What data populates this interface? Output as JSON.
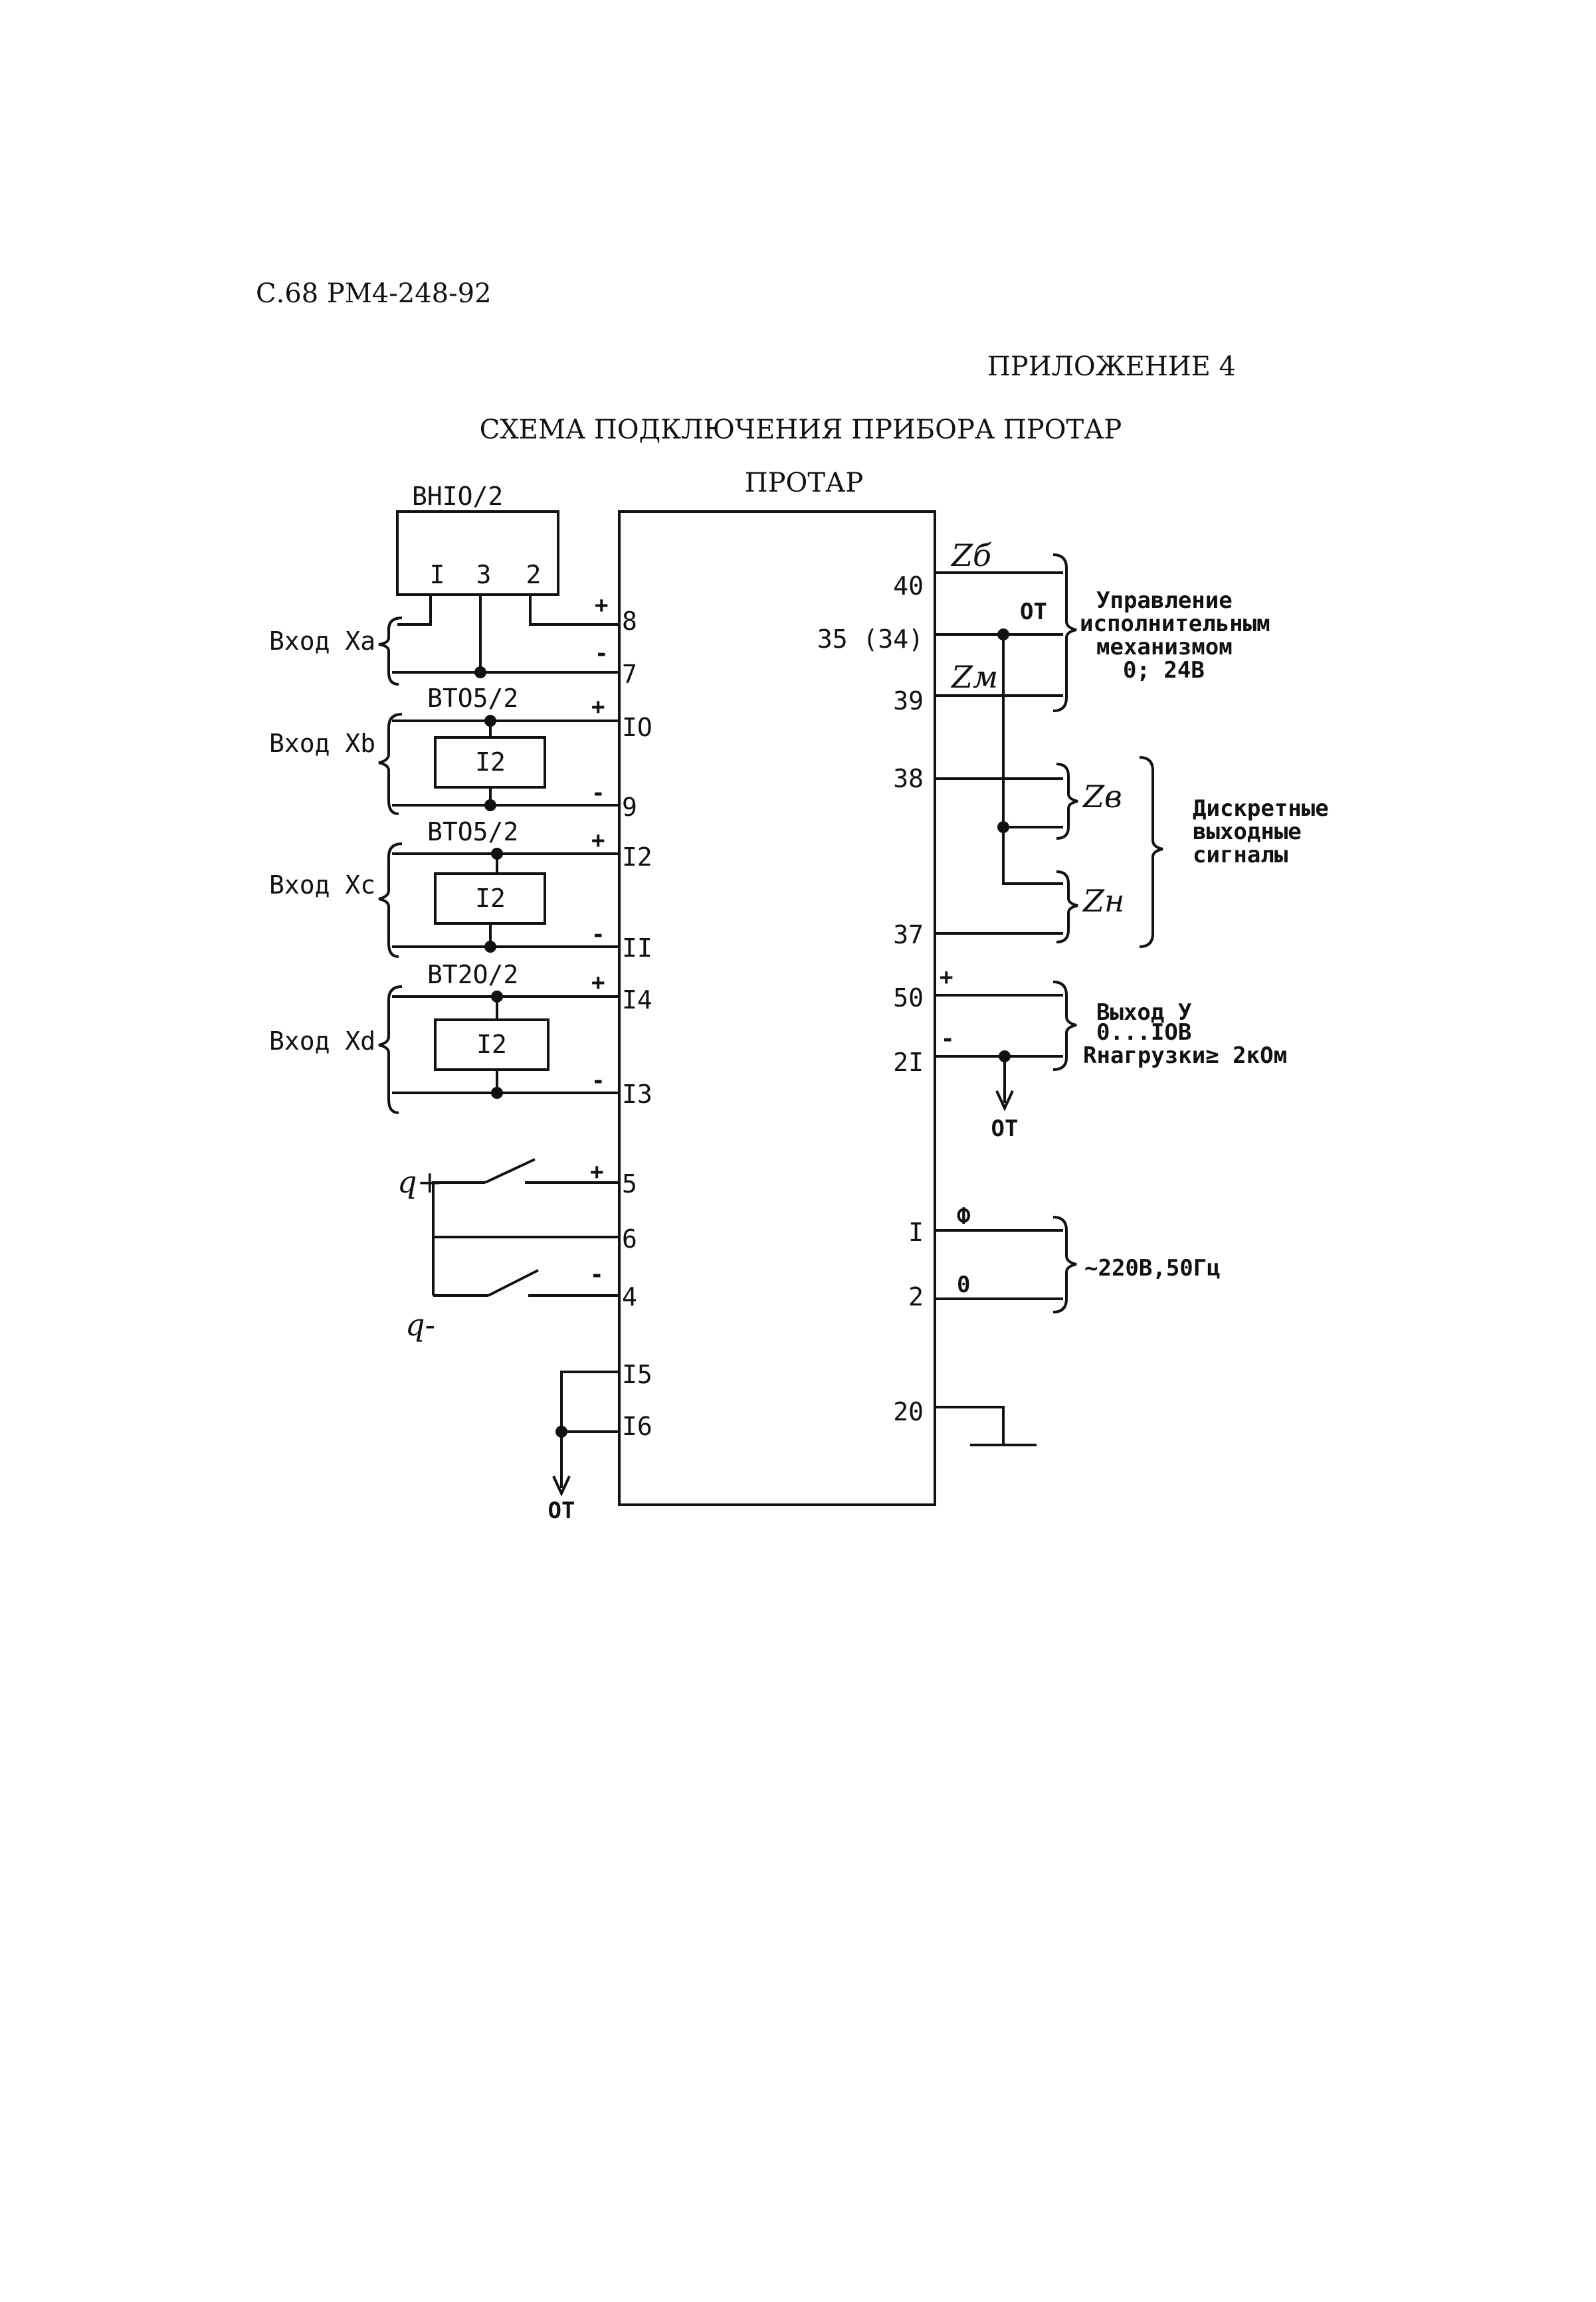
{
  "page_ref": "С.68  РМ4-248-92",
  "appendix": "ПРИЛОЖЕНИЕ 4",
  "title": "СХЕМА ПОДКЛЮЧЕНИЯ ПРИБОРА ПРОТАР",
  "device_label": "ПРОТАР",
  "sensors": {
    "bn": {
      "name": "ВНIO/2",
      "pins": [
        "I",
        "3",
        "2"
      ]
    },
    "bt1": {
      "name": "ВТО5/2",
      "code": "I2"
    },
    "bt2": {
      "name": "ВТО5/2",
      "code": "I2"
    },
    "bt3": {
      "name": "ВТ2О/2",
      "code": "I2"
    }
  },
  "inputs": {
    "xa": "Вход Xа",
    "xb": "Вход Xb",
    "xc": "Вход Xc",
    "xd": "Вход Xd",
    "q_plus": "q+",
    "q_minus": "q-"
  },
  "left_pins": [
    "8",
    "7",
    "IO",
    "9",
    "I2",
    "II",
    "I4",
    "I3",
    "5",
    "6",
    "4",
    "I5",
    "I6"
  ],
  "right_pins": [
    "40",
    "35 (34)",
    "39",
    "38",
    "37",
    "50",
    "2I",
    "I",
    "2",
    "20"
  ],
  "signals": {
    "zb": "Zб",
    "zm": "Zм",
    "zv": "Zв",
    "zn": "Zн",
    "ot": "ОТ",
    "phase": "Ф",
    "zero": "0",
    "plus": "+",
    "minus": "-"
  },
  "annotations": {
    "control": [
      "Управление",
      "исполнительным",
      "механизмом",
      "0; 24В"
    ],
    "discrete": [
      "Дискретные",
      "выходные",
      "сигналы"
    ],
    "output": [
      "Выход У",
      "0...IOВ",
      "Rнагрузки≥ 2кОм"
    ],
    "power": "~220В,50Гц"
  }
}
